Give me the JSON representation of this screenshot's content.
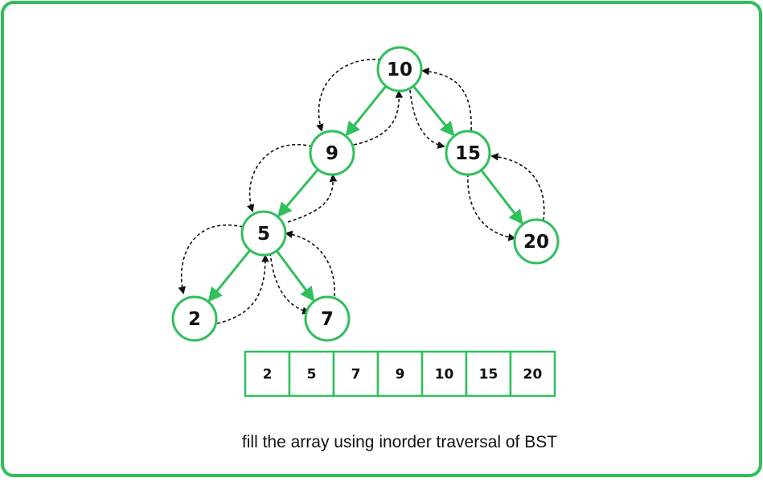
{
  "colors": {
    "accent": "#2fbf5b",
    "border": "#2fbf5b",
    "traversal": "#111111",
    "text": "#111111",
    "background": "#ffffff"
  },
  "tree": {
    "nodes": [
      {
        "id": "n10",
        "label": "10"
      },
      {
        "id": "n9",
        "label": "9"
      },
      {
        "id": "n15",
        "label": "15"
      },
      {
        "id": "n5",
        "label": "5"
      },
      {
        "id": "n20",
        "label": "20"
      },
      {
        "id": "n2",
        "label": "2"
      },
      {
        "id": "n7",
        "label": "7"
      }
    ],
    "edges": [
      {
        "from": "n10",
        "to": "n9"
      },
      {
        "from": "n10",
        "to": "n15"
      },
      {
        "from": "n9",
        "to": "n5"
      },
      {
        "from": "n15",
        "to": "n20"
      },
      {
        "from": "n5",
        "to": "n2"
      },
      {
        "from": "n5",
        "to": "n7"
      }
    ]
  },
  "array": {
    "cells": [
      "2",
      "5",
      "7",
      "9",
      "10",
      "15",
      "20"
    ]
  },
  "caption": "fill the array using inorder traversal of BST"
}
